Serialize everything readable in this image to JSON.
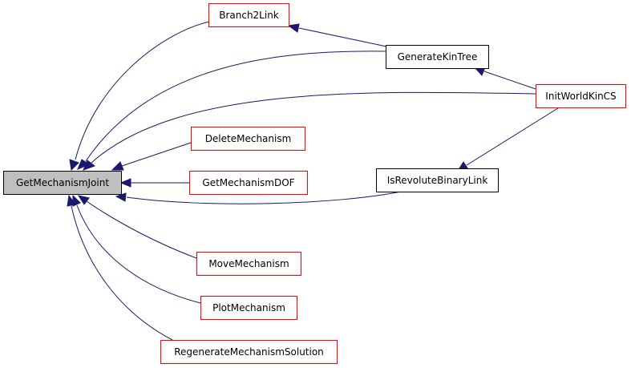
{
  "colors": {
    "edge": "#191970",
    "border_red": "#ff0000",
    "border_black": "#000000",
    "focus_fill": "#bfbfbf",
    "node_fill": "#ffffff"
  },
  "nodes": {
    "get_mechanism_joint": {
      "label": "GetMechanismJoint"
    },
    "branch2link": {
      "label": "Branch2Link"
    },
    "generate_kin_tree": {
      "label": "GenerateKinTree"
    },
    "init_world_kin_cs": {
      "label": "InitWorldKinCS"
    },
    "delete_mechanism": {
      "label": "DeleteMechanism"
    },
    "get_mechanism_dof": {
      "label": "GetMechanismDOF"
    },
    "is_revolute_binary_link": {
      "label": "IsRevoluteBinaryLink"
    },
    "move_mechanism": {
      "label": "MoveMechanism"
    },
    "plot_mechanism": {
      "label": "PlotMechanism"
    },
    "regenerate_mechanism_solution": {
      "label": "RegenerateMechanismSolution"
    }
  }
}
